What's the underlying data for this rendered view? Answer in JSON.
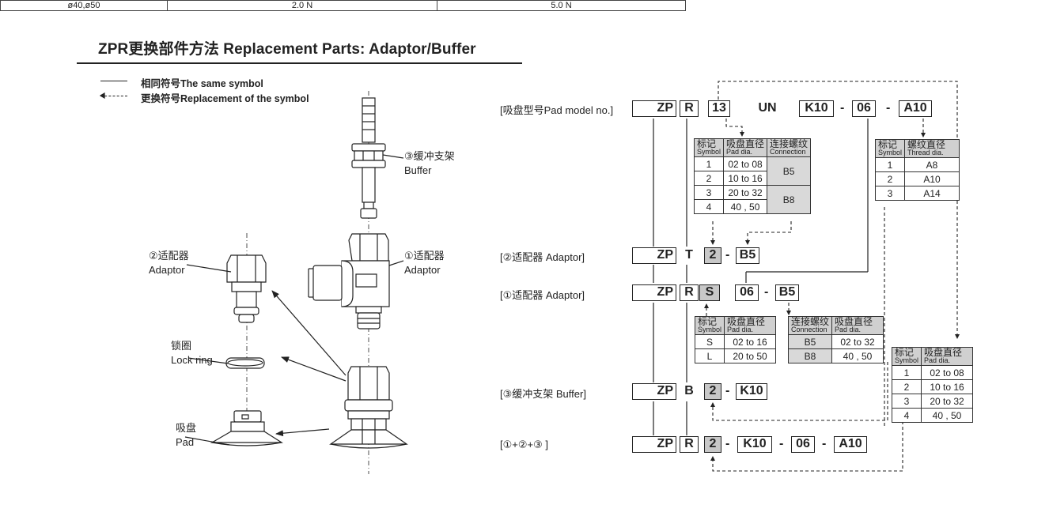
{
  "top_table_row": [
    "ø40,ø50",
    "2.0 N",
    "5.0 N"
  ],
  "title": "ZPR更换部件方法 Replacement Parts: Adaptor/Buffer",
  "legend": {
    "same": "相同符号The same symbol",
    "replace": "更换符号Replacement of the symbol"
  },
  "parts": {
    "buffer_cn": "③缓冲支架",
    "buffer_en": "Buffer",
    "adaptor1_cn": "①适配器",
    "adaptor1_en": "Adaptor",
    "adaptor2_cn": "②适配器",
    "adaptor2_en": "Adaptor",
    "lockring_cn": "锁圈",
    "lockring_en": "Lock ring",
    "pad_cn": "吸盘",
    "pad_en": "Pad"
  },
  "rows": {
    "pad_model": "[吸盘型号Pad model no.]",
    "adaptor2": "[②适配器 Adaptor]",
    "adaptor1": "[①适配器 Adaptor]",
    "buffer": "[③缓冲支架 Buffer]",
    "combo": "[①+②+③ ]"
  },
  "codes": {
    "r1": [
      "ZP",
      "R",
      "13",
      "UN",
      "K10",
      "-",
      "06",
      "-",
      "A10"
    ],
    "r2": [
      "ZP",
      "T",
      "2",
      "-",
      "B5"
    ],
    "r3": [
      "ZP",
      "R",
      "S",
      "06",
      "-",
      "B5"
    ],
    "r4": [
      "ZP",
      "B",
      "2",
      "-",
      "K10"
    ],
    "r5": [
      "ZP",
      "R",
      "2",
      "-",
      "K10",
      "-",
      "06",
      "-",
      "A10"
    ]
  },
  "table_pad": {
    "h_symbol_cn": "标记",
    "h_symbol_en": "Symbol",
    "h_dia_cn": "吸盘直径",
    "h_dia_en": "Pad dia.",
    "h_conn_cn": "连接螺纹",
    "h_conn_en": "Connection",
    "rows": [
      [
        "1",
        "02 to 08"
      ],
      [
        "2",
        "10 to 16"
      ],
      [
        "3",
        "20 to 32"
      ],
      [
        "4",
        "40 , 50"
      ]
    ],
    "conn": [
      "B5",
      "B8"
    ]
  },
  "table_thread": {
    "h_symbol_cn": "标记",
    "h_symbol_en": "Symbol",
    "h_dia_cn": "螺纹直径",
    "h_dia_en": "Thread dia.",
    "rows": [
      [
        "1",
        "A8"
      ],
      [
        "2",
        "A10"
      ],
      [
        "3",
        "A14"
      ]
    ]
  },
  "table_adapt": {
    "h_symbol_cn": "标记",
    "h_symbol_en": "Symbol",
    "h_dia_cn": "吸盘直径",
    "h_dia_en": "Pad dia.",
    "rows": [
      [
        "S",
        "02 to 16"
      ],
      [
        "L",
        "20 to 50"
      ]
    ]
  },
  "table_conn": {
    "h_conn_cn": "连接螺纹",
    "h_conn_en": "Connection",
    "h_dia_cn": "吸盘直径",
    "h_dia_en": "Pad dia.",
    "rows": [
      [
        "B5",
        "02 to 32"
      ],
      [
        "B8",
        "40 , 50"
      ]
    ]
  },
  "table_buffer": {
    "h_symbol_cn": "标记",
    "h_symbol_en": "Symbol",
    "h_dia_cn": "吸盘直径",
    "h_dia_en": "Pad dia.",
    "rows": [
      [
        "1",
        "02 to 08"
      ],
      [
        "2",
        "10 to 16"
      ],
      [
        "3",
        "20 to 32"
      ],
      [
        "4",
        "40 , 50"
      ]
    ]
  }
}
